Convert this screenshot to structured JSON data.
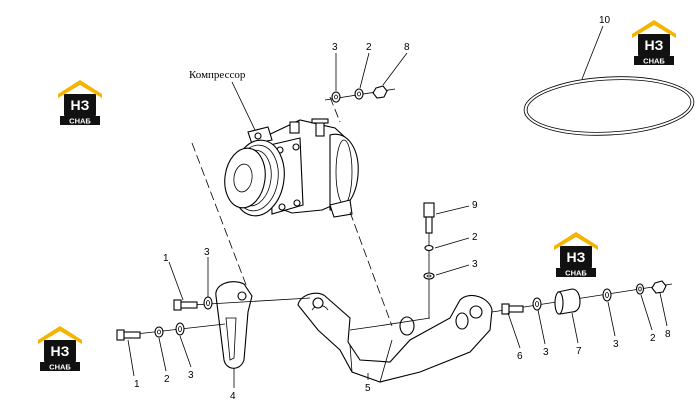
{
  "title": "Компрессор",
  "logo": {
    "big": "НЗ",
    "small": "СНАБ",
    "roof_color": "#f5b400",
    "box_color": "#111111"
  },
  "callouts": {
    "c3_top": "3",
    "c2_top": "2",
    "c8_top": "8",
    "c10": "10",
    "c9": "9",
    "c2_mid": "2",
    "c3_mid": "3",
    "c1_up": "1",
    "c3_left": "3",
    "c1_low": "1",
    "c2_low": "2",
    "c3_low": "3",
    "c4": "4",
    "c5": "5",
    "c6": "6",
    "c3_r": "3",
    "c7": "7",
    "c3_r2": "3",
    "c2_r": "2",
    "c8_r": "8"
  }
}
